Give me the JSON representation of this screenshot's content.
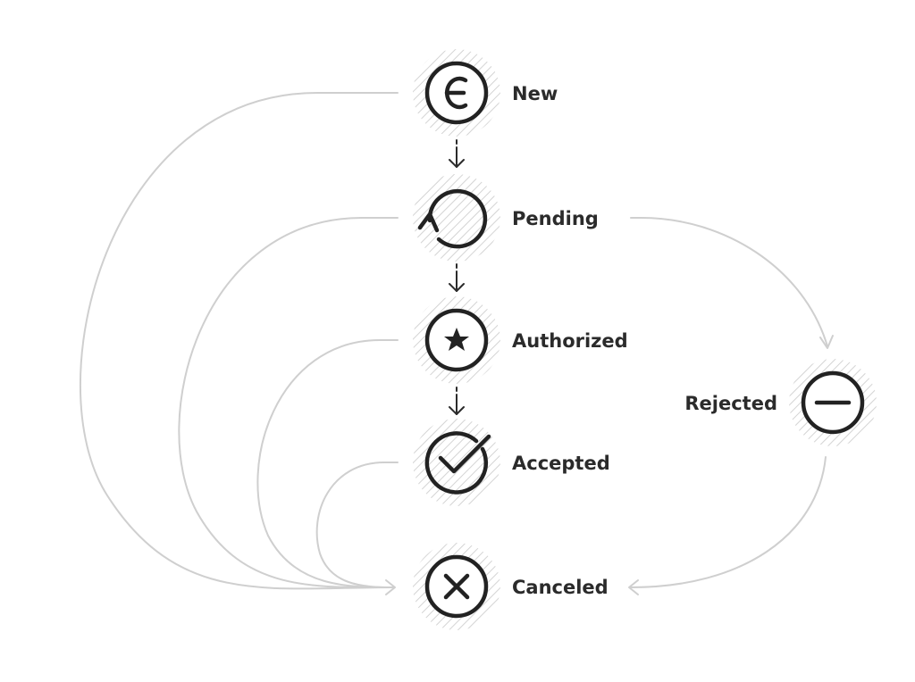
{
  "states": {
    "new": {
      "label": "New",
      "icon": "euro-icon"
    },
    "pending": {
      "label": "Pending",
      "icon": "refresh-icon"
    },
    "authorized": {
      "label": "Authorized",
      "icon": "star-icon"
    },
    "accepted": {
      "label": "Accepted",
      "icon": "checkmark-icon"
    },
    "canceled": {
      "label": "Canceled",
      "icon": "x-icon"
    },
    "rejected": {
      "label": "Rejected",
      "icon": "minus-icon"
    }
  },
  "transitions": [
    {
      "from": "New",
      "to": "Pending"
    },
    {
      "from": "Pending",
      "to": "Authorized"
    },
    {
      "from": "Authorized",
      "to": "Accepted"
    },
    {
      "from": "New",
      "to": "Canceled"
    },
    {
      "from": "Pending",
      "to": "Canceled"
    },
    {
      "from": "Authorized",
      "to": "Canceled"
    },
    {
      "from": "Accepted",
      "to": "Canceled"
    },
    {
      "from": "Pending",
      "to": "Rejected"
    },
    {
      "from": "Rejected",
      "to": "Canceled"
    }
  ],
  "colors": {
    "icon": "#222222",
    "label": "#2b2b2b",
    "connector": "#cfcfcf",
    "hatch": "#d4d4d4"
  }
}
